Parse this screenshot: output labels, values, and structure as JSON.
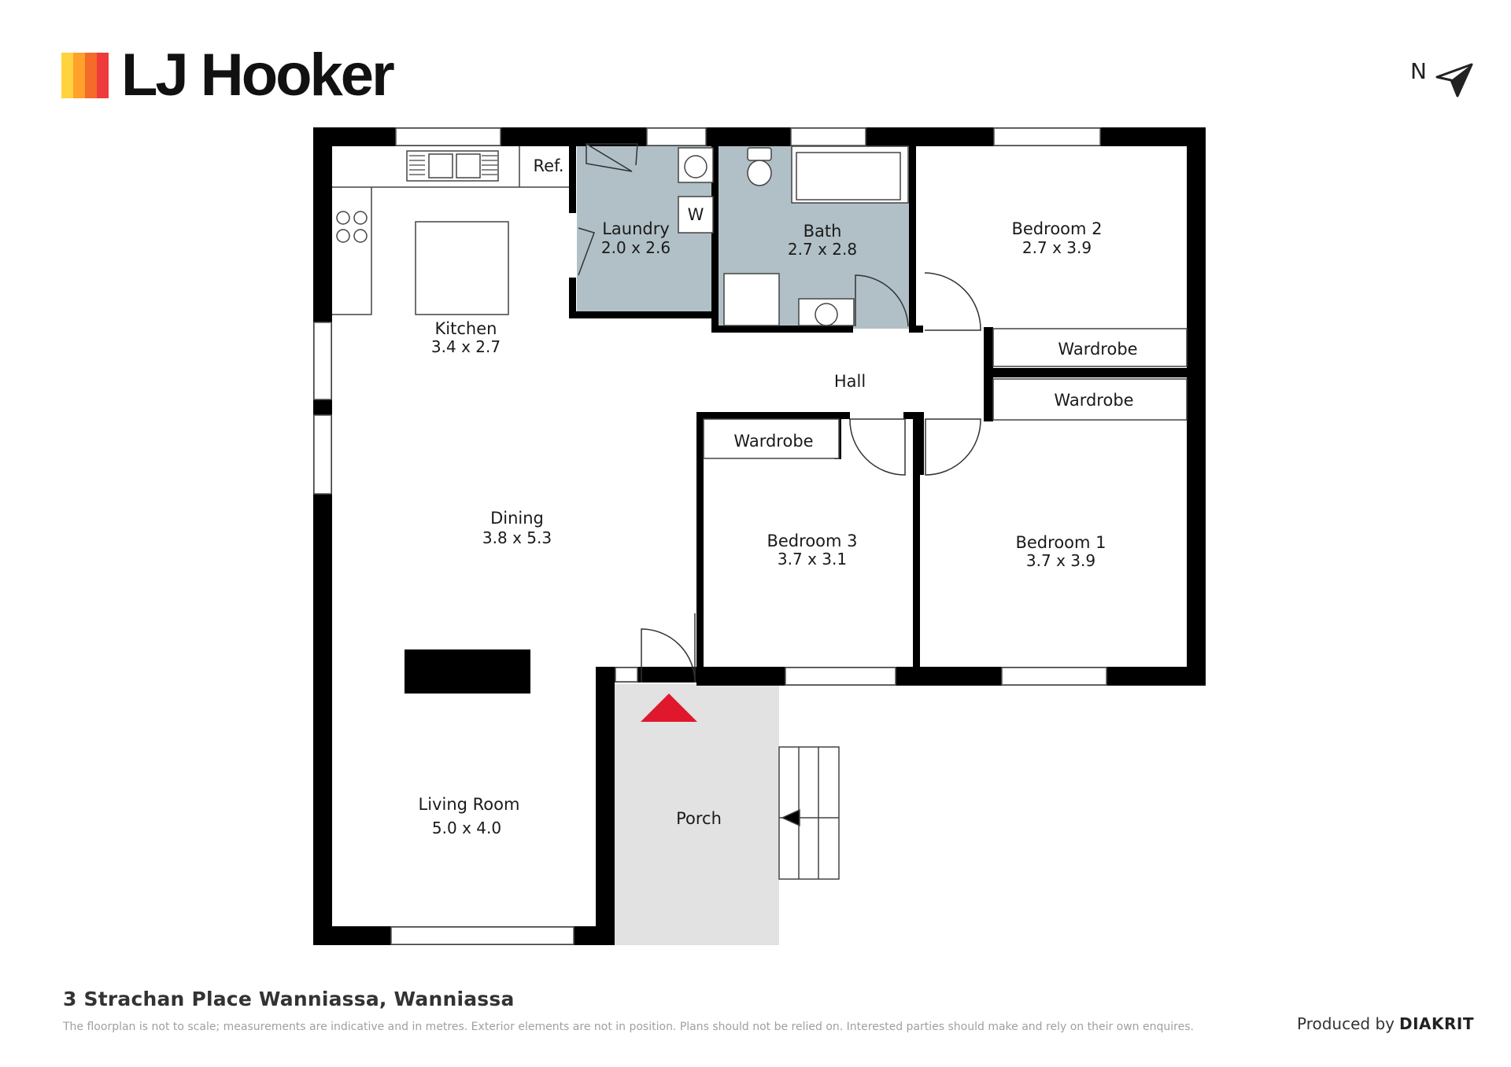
{
  "brand": {
    "name": "LJ Hooker",
    "bar_colors": [
      "#FFD23F",
      "#FFA12B",
      "#F56B2A",
      "#EE3B3B"
    ]
  },
  "compass": {
    "letter": "N",
    "icon": "north-arrow-icon"
  },
  "rooms": {
    "kitchen": {
      "label": "Kitchen",
      "dims": "3.4 x 2.7"
    },
    "laundry": {
      "label": "Laundry",
      "dims": "2.0 x 2.6"
    },
    "bath": {
      "label": "Bath",
      "dims": "2.7 x 2.8"
    },
    "bedroom2": {
      "label": "Bedroom 2",
      "dims": "2.7 x 3.9"
    },
    "bedroom3": {
      "label": "Bedroom 3",
      "dims": "3.7 x 3.1"
    },
    "bedroom1": {
      "label": "Bedroom 1",
      "dims": "3.7 x 3.9"
    },
    "dining": {
      "label": "Dining",
      "dims": "3.8 x 5.3"
    },
    "living": {
      "label": "Living Room",
      "dims": "5.0 x 4.0"
    },
    "hall": {
      "label": "Hall"
    },
    "porch": {
      "label": "Porch"
    }
  },
  "fixtures": {
    "ref": "Ref.",
    "washer": "W",
    "wardrobe": "Wardrobe"
  },
  "colors": {
    "wet_area": "#B0C0C6",
    "porch": "#E2E2E2",
    "wall": "#000000",
    "entry_marker": "#E0182D"
  },
  "footer": {
    "address": "3 Strachan Place Wanniassa, Wanniassa",
    "disclaimer": "The floorplan is not to scale; measurements are indicative and in metres. Exterior elements are not in position. Plans should not be relied on. Interested parties should make and rely on their own enquires.",
    "produced_by": "Produced by",
    "producer": "DIAKRIT"
  }
}
